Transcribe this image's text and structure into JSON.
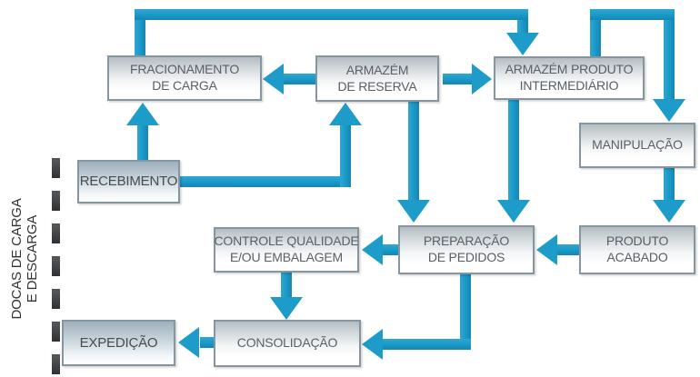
{
  "diagram": {
    "type": "flowchart",
    "title": "",
    "language": "pt-BR",
    "colors": {
      "arrow": "#1d9bc9",
      "box_border": "#8696a1",
      "box_gradient_top": "#b5bdc2",
      "dock_box_gradient_top": "#9db0bb",
      "dash": "#3b4043",
      "box_text": "#5a5f66",
      "background": "#ffffff"
    },
    "dock_label": {
      "line1": "DOCAS DE CARGA",
      "line2": "E DESCARGA"
    },
    "nodes": {
      "fracionamento": {
        "line1": "FRACIONAMENTO",
        "line2": "DE CARGA"
      },
      "armazem_reserva": {
        "line1": "ARMAZÉM",
        "line2": "DE RESERVA"
      },
      "armazem_produto_intermediario": {
        "line1": "ARMAZÉM PRODUTO",
        "line2": "INTERMEDIÁRIO"
      },
      "manipulacao": {
        "line1": "MANIPULAÇÃO"
      },
      "recebimento": {
        "line1": "RECEBIMENTO"
      },
      "controle_qualidade": {
        "line1": "CONTROLE QUALIDADE",
        "line2": "E/OU EMBALAGEM"
      },
      "preparacao_pedidos": {
        "line1": "PREPARAÇÃO",
        "line2": "DE PEDIDOS"
      },
      "produto_acabado": {
        "line1": "PRODUTO",
        "line2": "ACABADO"
      },
      "consolidacao": {
        "line1": "CONSOLIDAÇÃO"
      },
      "expedicao": {
        "line1": "EXPEDIÇÃO"
      }
    },
    "edges": [
      {
        "from": "fracionamento",
        "to": "armazem_produto_intermediario"
      },
      {
        "from": "armazem_reserva",
        "to": "fracionamento"
      },
      {
        "from": "armazem_reserva",
        "to": "armazem_produto_intermediario"
      },
      {
        "from": "armazem_produto_intermediario",
        "to": "manipulacao"
      },
      {
        "from": "manipulacao",
        "to": "produto_acabado"
      },
      {
        "from": "recebimento",
        "to": "fracionamento"
      },
      {
        "from": "recebimento",
        "to": "armazem_reserva"
      },
      {
        "from": "armazem_reserva",
        "to": "preparacao_pedidos"
      },
      {
        "from": "armazem_produto_intermediario",
        "to": "preparacao_pedidos"
      },
      {
        "from": "produto_acabado",
        "to": "preparacao_pedidos"
      },
      {
        "from": "preparacao_pedidos",
        "to": "controle_qualidade"
      },
      {
        "from": "controle_qualidade",
        "to": "consolidacao"
      },
      {
        "from": "preparacao_pedidos",
        "to": "consolidacao"
      },
      {
        "from": "consolidacao",
        "to": "expedicao"
      }
    ]
  }
}
